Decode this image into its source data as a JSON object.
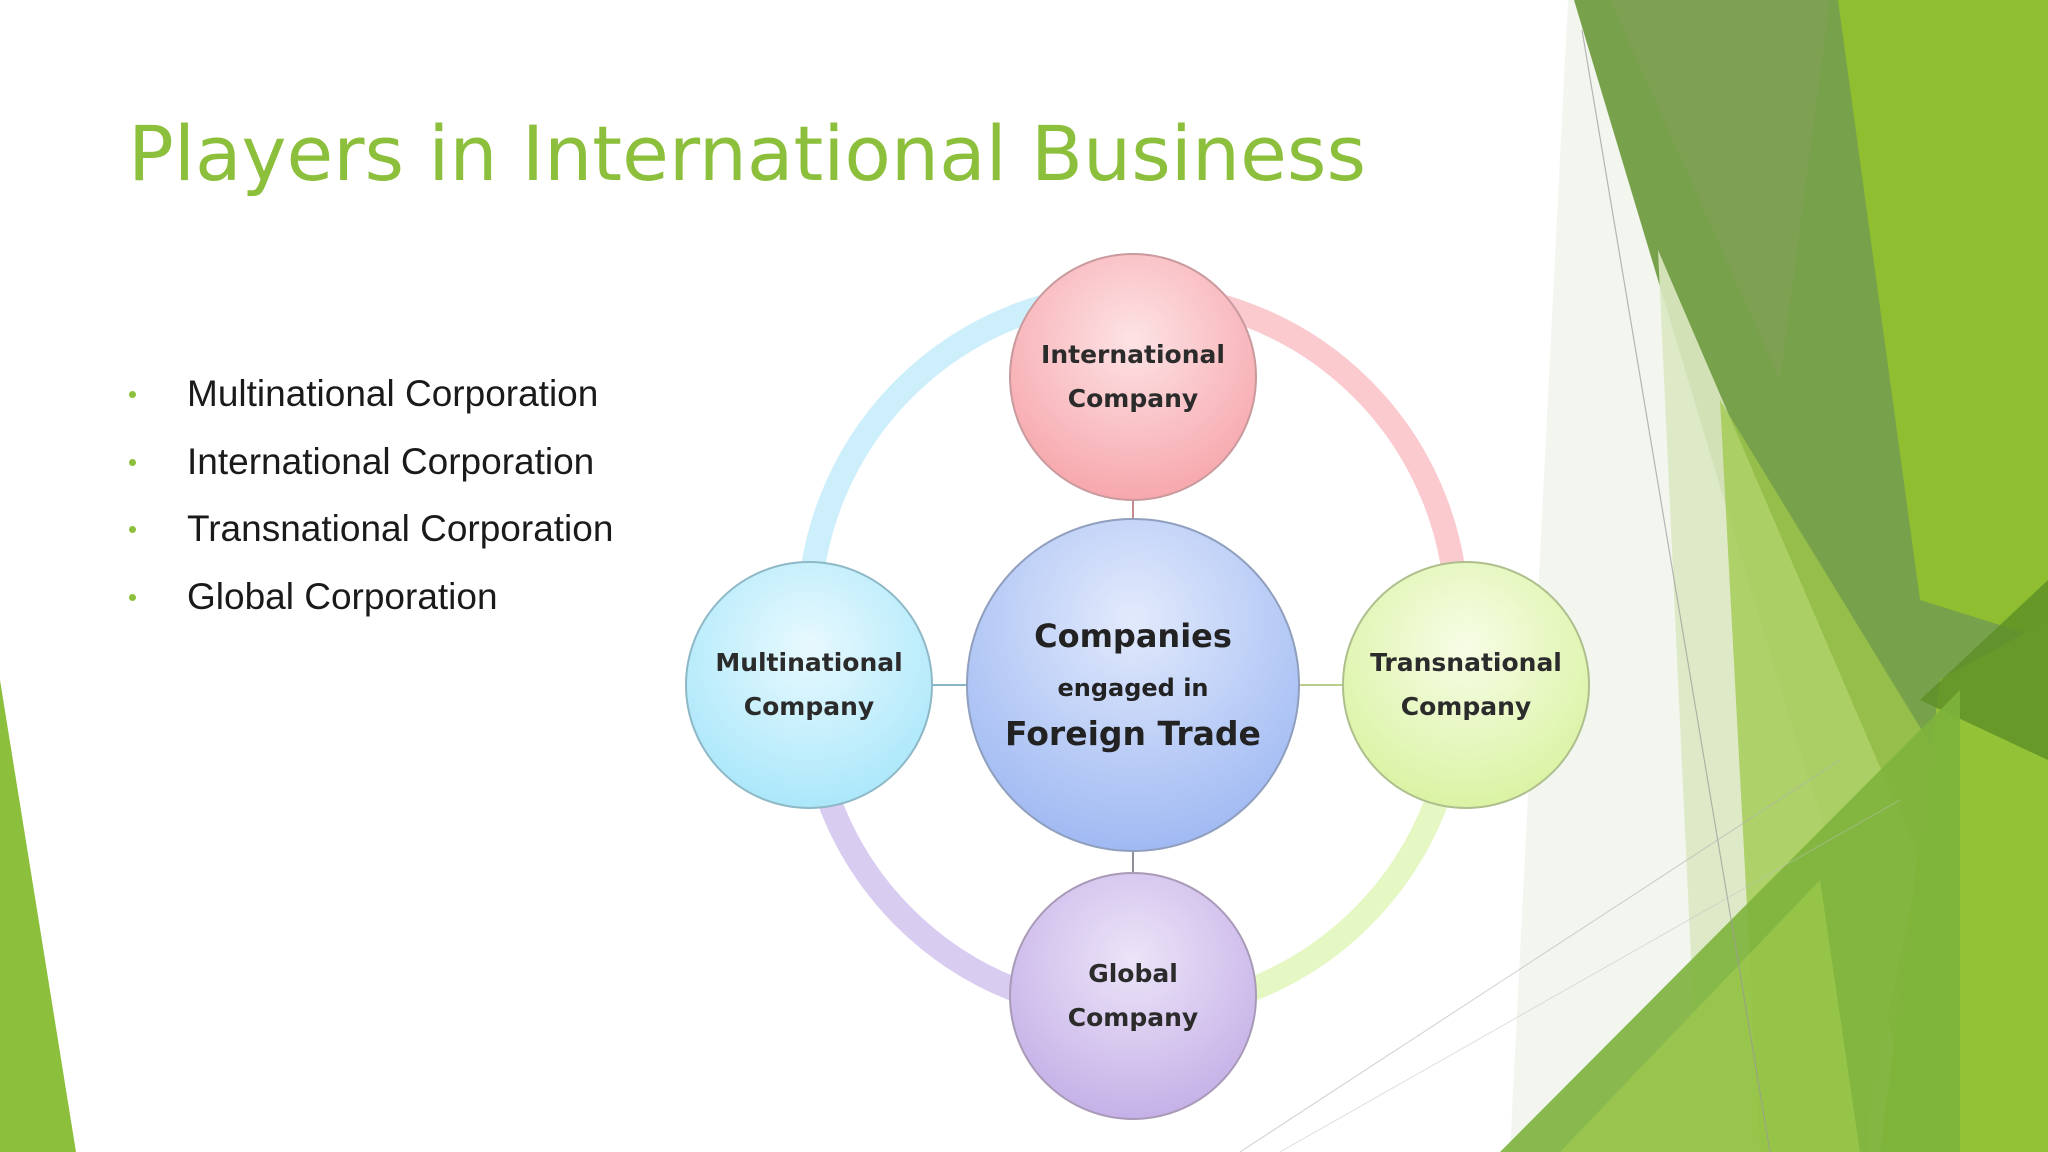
{
  "slide": {
    "title": "Players in International Business",
    "accent_color": "#8cbf3b",
    "bullets": [
      "Multinational Corporation",
      "International Corporation",
      "Transnational Corporation",
      "Global Corporation"
    ]
  },
  "diagram": {
    "center": {
      "line1": "Companies",
      "line2": "engaged in",
      "line3": "Foreign Trade",
      "color": "#a9c0f4"
    },
    "nodes": [
      {
        "id": "top",
        "line1": "International",
        "line2": "Company",
        "color": "#f7aeb3",
        "arc_color": "#f9c6cb"
      },
      {
        "id": "right",
        "line1": "Transnational",
        "line2": "Company",
        "color": "#e3f6b3",
        "arc_color": "#e4f7c0"
      },
      {
        "id": "bottom",
        "line1": "Global",
        "line2": "Company",
        "color": "#cbb8ea",
        "arc_color": "#d6c9ef"
      },
      {
        "id": "left",
        "line1": "Multinational",
        "line2": "Company",
        "color": "#b6eafb",
        "arc_color": "#c7eefb"
      }
    ]
  }
}
